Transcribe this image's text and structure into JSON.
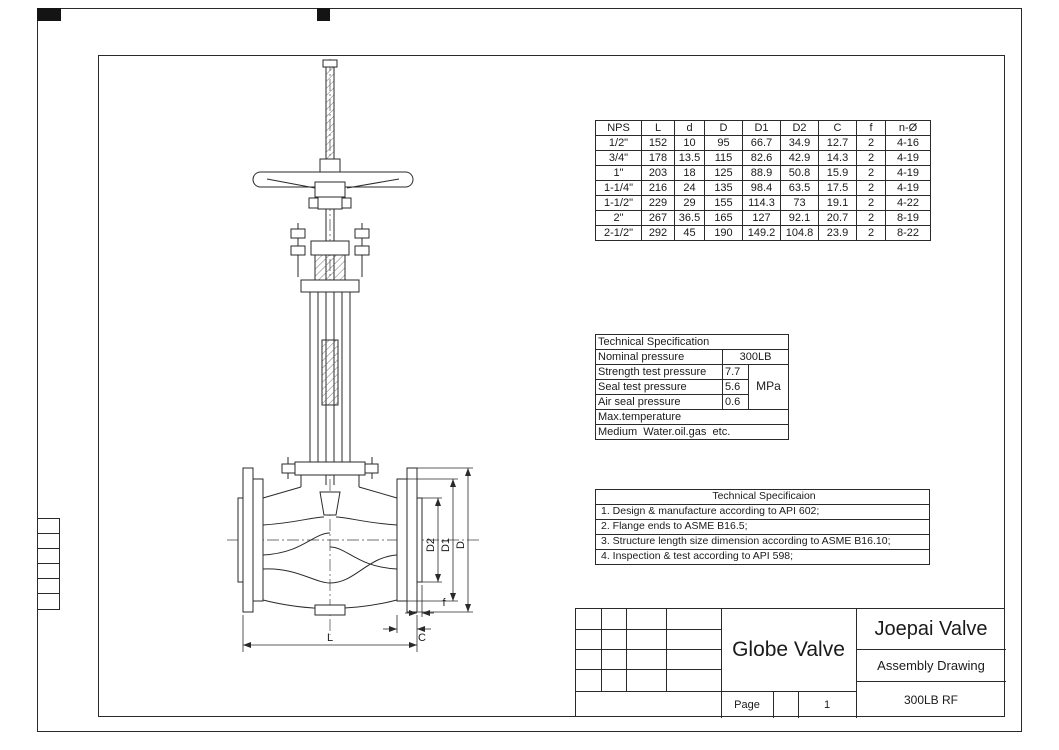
{
  "drawing": {
    "labels": {
      "L": "L",
      "C": "C",
      "f": "f",
      "D": "D",
      "D1": "D1",
      "D2": "D2"
    }
  },
  "dimensions_table": {
    "headers": [
      "NPS",
      "L",
      "d",
      "D",
      "D1",
      "D2",
      "C",
      "f",
      "n-Ø"
    ],
    "rows": [
      [
        "1/2\"",
        "152",
        "10",
        "95",
        "66.7",
        "34.9",
        "12.7",
        "2",
        "4-16"
      ],
      [
        "3/4\"",
        "178",
        "13.5",
        "115",
        "82.6",
        "42.9",
        "14.3",
        "2",
        "4-19"
      ],
      [
        "1\"",
        "203",
        "18",
        "125",
        "88.9",
        "50.8",
        "15.9",
        "2",
        "4-19"
      ],
      [
        "1-1/4\"",
        "216",
        "24",
        "135",
        "98.4",
        "63.5",
        "17.5",
        "2",
        "4-19"
      ],
      [
        "1-1/2\"",
        "229",
        "29",
        "155",
        "114.3",
        "73",
        "19.1",
        "2",
        "4-22"
      ],
      [
        "2\"",
        "267",
        "36.5",
        "165",
        "127",
        "92.1",
        "20.7",
        "2",
        "8-19"
      ],
      [
        "2-1/2\"",
        "292",
        "45",
        "190",
        "149.2",
        "104.8",
        "23.9",
        "2",
        "8-22"
      ]
    ]
  },
  "tech_spec": {
    "title": "Technical Specification",
    "rows": [
      {
        "label": "Nominal pressure",
        "value": "300LB"
      },
      {
        "label": "Strength test pressure",
        "value": "7.7"
      },
      {
        "label": "Seal test pressure",
        "value": "5.6"
      },
      {
        "label": "Air seal pressure",
        "value": "0.6"
      }
    ],
    "unit": "MPa",
    "max_temp_label": "Max.temperature",
    "medium_label": "Medium  Water.oil.gas  etc."
  },
  "tech_notes": {
    "title": "Technical Specificaion",
    "items": [
      "1. Design & manufacture according to API 602;",
      "2. Flange ends to ASME B16.5;",
      "3. Structure length size dimension according to ASME B16.10;",
      "4. Inspection & test according to API 598;"
    ]
  },
  "title_block": {
    "product": "Globe Valve",
    "company": "Joepai Valve",
    "doc_type": "Assembly Drawing",
    "rating": "300LB RF",
    "page_label": "Page",
    "page_number": "1"
  }
}
